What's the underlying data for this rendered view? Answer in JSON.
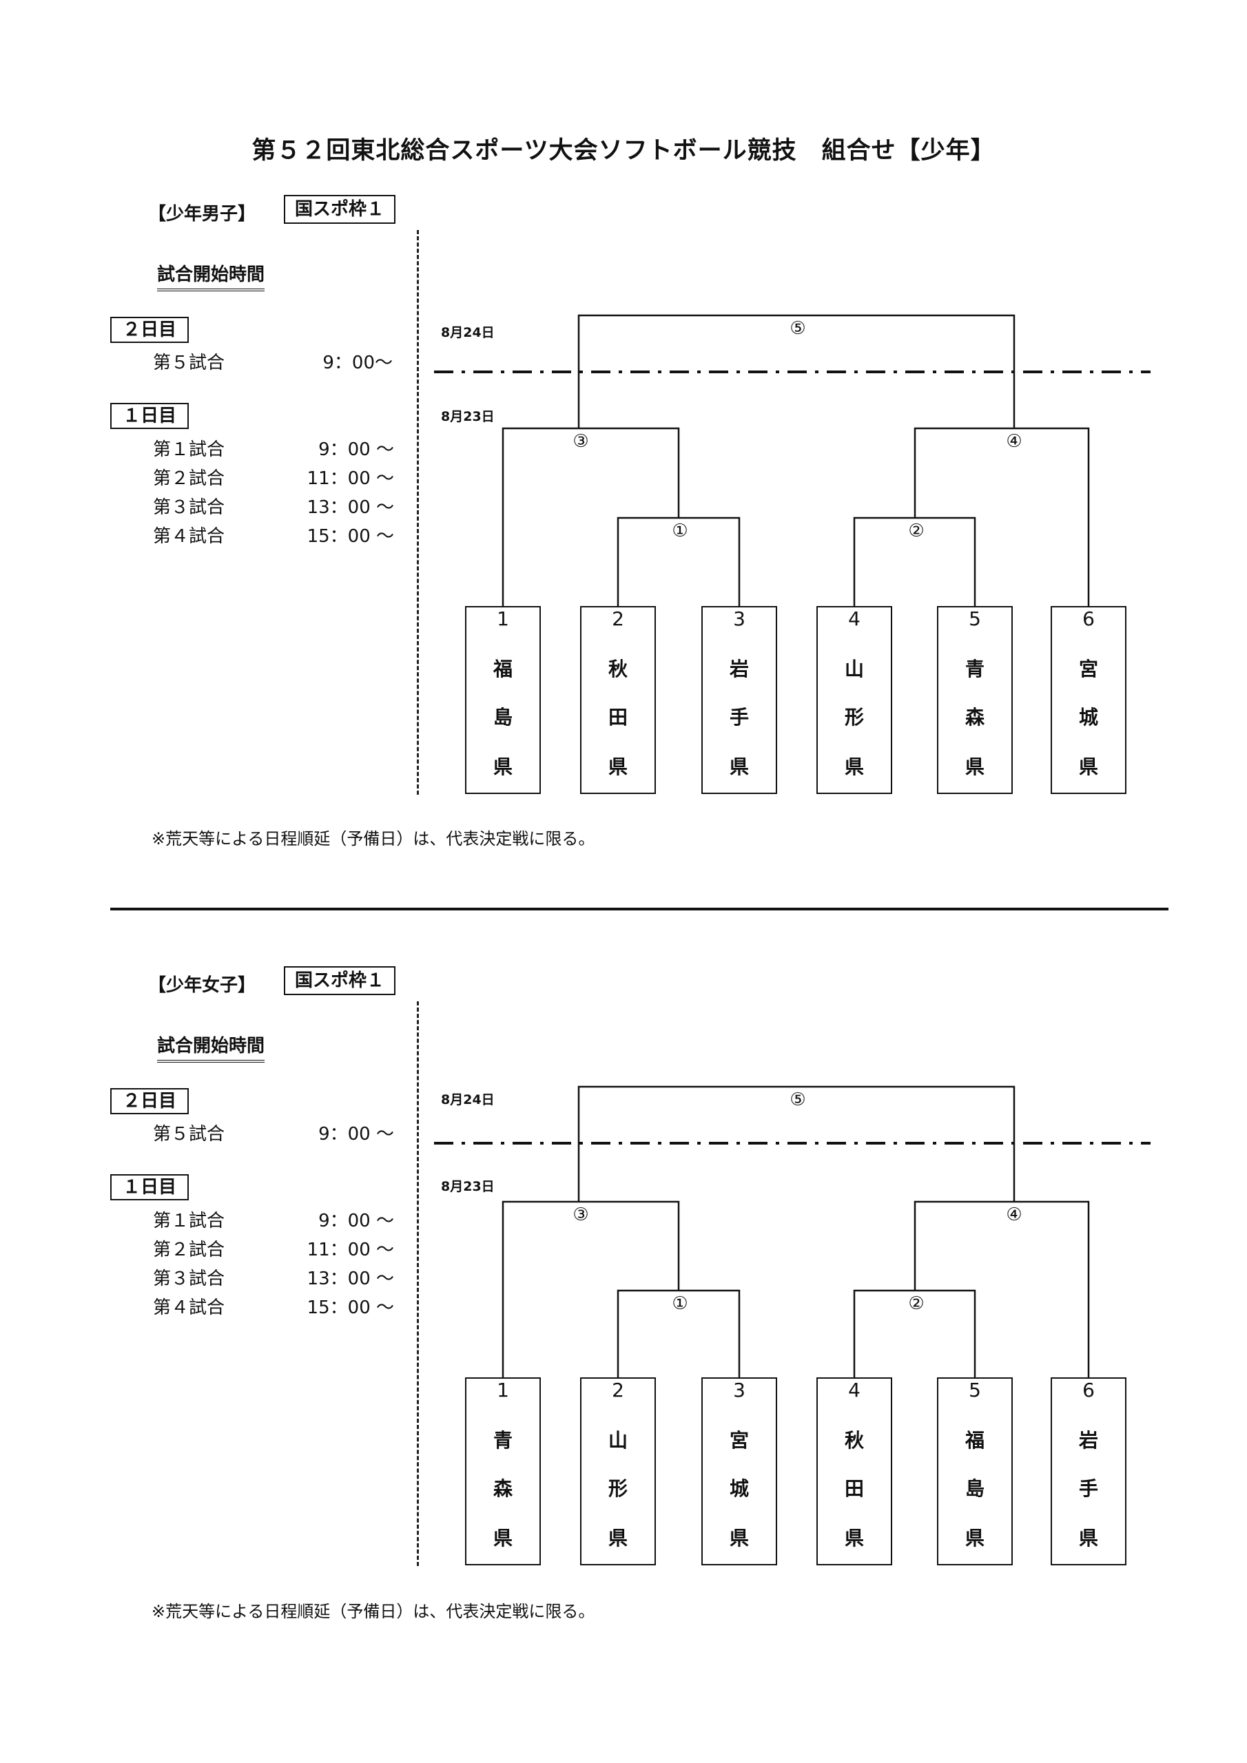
{
  "title": "第５２回東北総合スポーツ大会ソフトボール競技　組合せ【少年】",
  "sections": [
    {
      "category": "【少年男子】",
      "quota": "国スポ枠１",
      "start_heading": "試合開始時間",
      "day2": {
        "label": "２日目",
        "matches": [
          {
            "name": "第５試合",
            "time": "9：00～"
          }
        ]
      },
      "day1": {
        "label": "１日目",
        "matches": [
          {
            "name": "第１試合",
            "time": "9：00 ～"
          },
          {
            "name": "第２試合",
            "time": "11：00 ～"
          },
          {
            "name": "第３試合",
            "time": "13：00 ～"
          },
          {
            "name": "第４試合",
            "time": "15：00 ～"
          }
        ]
      },
      "date_day2": "8月24日",
      "date_day1": "8月23日",
      "match_numbers": [
        "①",
        "②",
        "③",
        "④",
        "⑤"
      ],
      "teams": [
        {
          "seed": "1",
          "chars": [
            "福",
            "島",
            "県"
          ]
        },
        {
          "seed": "2",
          "chars": [
            "秋",
            "田",
            "県"
          ]
        },
        {
          "seed": "3",
          "chars": [
            "岩",
            "手",
            "県"
          ]
        },
        {
          "seed": "4",
          "chars": [
            "山",
            "形",
            "県"
          ]
        },
        {
          "seed": "5",
          "chars": [
            "青",
            "森",
            "県"
          ]
        },
        {
          "seed": "6",
          "chars": [
            "宮",
            "城",
            "県"
          ]
        }
      ],
      "notice": "※荒天等による日程順延（予備日）は、代表決定戦に限る。"
    },
    {
      "category": "【少年女子】",
      "quota": "国スポ枠１",
      "start_heading": "試合開始時間",
      "day2": {
        "label": "２日目",
        "matches": [
          {
            "name": "第５試合",
            "time": "9：00 ～"
          }
        ]
      },
      "day1": {
        "label": "１日目",
        "matches": [
          {
            "name": "第１試合",
            "time": "9：00 ～"
          },
          {
            "name": "第２試合",
            "time": "11：00 ～"
          },
          {
            "name": "第３試合",
            "time": "13：00 ～"
          },
          {
            "name": "第４試合",
            "time": "15：00 ～"
          }
        ]
      },
      "date_day2": "8月24日",
      "date_day1": "8月23日",
      "match_numbers": [
        "①",
        "②",
        "③",
        "④",
        "⑤"
      ],
      "teams": [
        {
          "seed": "1",
          "chars": [
            "青",
            "森",
            "県"
          ]
        },
        {
          "seed": "2",
          "chars": [
            "山",
            "形",
            "県"
          ]
        },
        {
          "seed": "3",
          "chars": [
            "宮",
            "城",
            "県"
          ]
        },
        {
          "seed": "4",
          "chars": [
            "秋",
            "田",
            "県"
          ]
        },
        {
          "seed": "5",
          "chars": [
            "福",
            "島",
            "県"
          ]
        },
        {
          "seed": "6",
          "chars": [
            "岩",
            "手",
            "県"
          ]
        }
      ],
      "notice": "※荒天等による日程順延（予備日）は、代表決定戦に限る。"
    }
  ]
}
